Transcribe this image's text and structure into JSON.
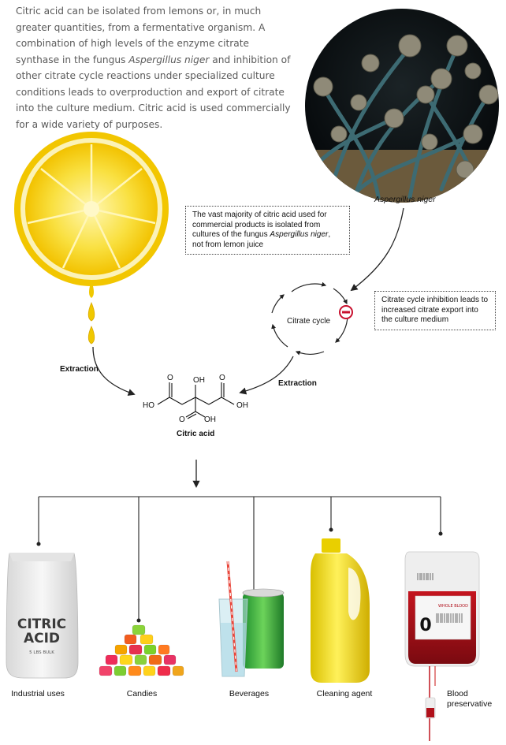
{
  "intro": {
    "part1": "Citric acid can be isolated from lemons or, in much greater quantities, from a fermentative organism. A combination of high levels of the enzyme citrate synthase in the fungus ",
    "organism": "Aspergillus niger",
    "part2": " and inhibition of other citrate cycle reactions under specialized culture conditions leads to overproduction and export of citrate into the culture medium. Citric acid is used commercially for a wide variety of purposes."
  },
  "fungus_caption": "Aspergillus niger",
  "note_top": {
    "part1": "The vast majority of citric acid used for commercial products is isolated from cultures of the fungus ",
    "organism": "Aspergillus niger",
    "part2": ", not from lemon juice"
  },
  "note_right": "Citrate cycle inhibition leads to increased citrate export into the culture medium",
  "cycle_label": "Citrate cycle",
  "extraction_left": "Extraction",
  "extraction_right": "Extraction",
  "molecule": {
    "name": "Citric acid",
    "oh_top": "OH",
    "ho_left": "HO",
    "oh_right": "OH",
    "o_left": "O",
    "o_right": "O",
    "o_bottom_left": "O",
    "oh_bottom": "OH"
  },
  "products": [
    {
      "label": "Industrial uses"
    },
    {
      "label": "Candies"
    },
    {
      "label": "Beverages"
    },
    {
      "label": "Cleaning agent"
    },
    {
      "label": "Blood preservative"
    }
  ],
  "bag_text": {
    "line1": "CITRIC",
    "line2": "ACID",
    "line3": "5 LBS BULK"
  },
  "blood_bag_text": {
    "big": "0",
    "small": "WHOLE BLOOD"
  },
  "colors": {
    "arrow": "#222222",
    "lemon": "#f7d62a",
    "lemon_rind": "#f2c700",
    "blood": "#b0101a",
    "bottle": "#f3de1a"
  }
}
